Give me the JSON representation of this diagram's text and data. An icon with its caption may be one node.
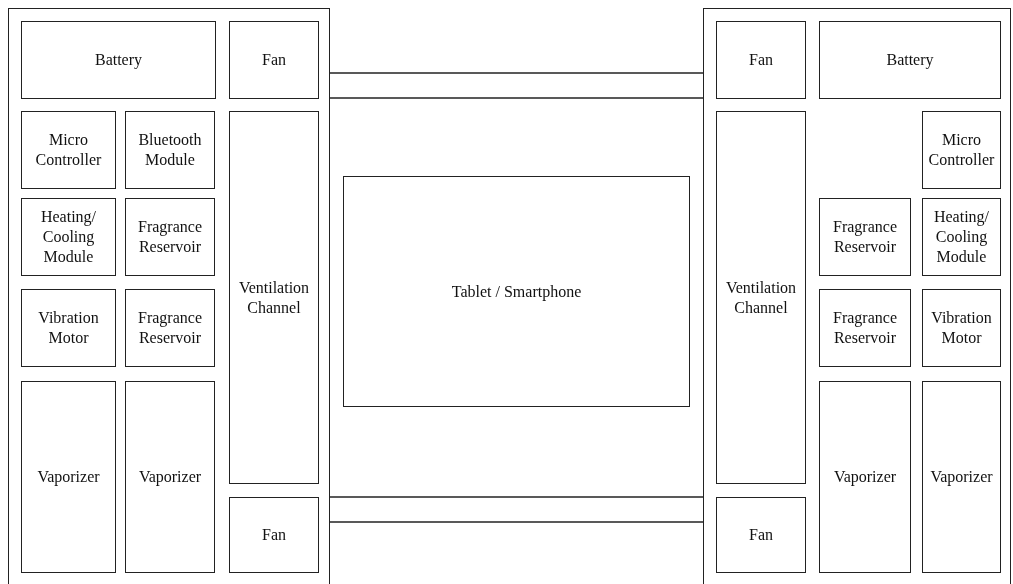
{
  "diagram": {
    "nodes": [
      {
        "text": [],
        "shape": "box"
      },
      {
        "text": [
          "Battery"
        ],
        "in": 0
      },
      {
        "text": [
          "Fan"
        ],
        "in": 0
      },
      {
        "text": [
          "Micro Controller"
        ],
        "in": 0
      },
      {
        "text": [
          "Bluetooth Module"
        ],
        "in": 0
      },
      {
        "text": [
          "Ventilation Channel"
        ],
        "in": 0
      },
      {
        "text": [
          "Heating/ Cooling Module"
        ],
        "in": 0
      },
      {
        "text": [
          "Fragrance Reservoir"
        ],
        "in": 0
      },
      {
        "text": [
          "Vibration Motor"
        ],
        "in": 0
      },
      {
        "text": [
          "Fragrance Reservoir"
        ],
        "in": 0
      },
      {
        "text": [
          "Vaporizer"
        ],
        "in": 0
      },
      {
        "text": [
          "Vaporizer"
        ],
        "in": 0
      },
      {
        "text": [
          "Fan"
        ],
        "in": 0
      },
      {
        "text": [
          "Tablet / Smartphone"
        ]
      },
      {
        "text": [],
        "shape": "box"
      },
      {
        "text": [
          "Fan"
        ],
        "in": 14
      },
      {
        "text": [
          "Battery"
        ],
        "in": 14
      },
      {
        "text": [
          "Ventilation Channel"
        ],
        "in": 14
      },
      {
        "text": [
          "Micro Controller"
        ],
        "in": 14
      },
      {
        "text": [
          "Fragrance Reservoir"
        ],
        "in": 14
      },
      {
        "text": [
          "Heating/ Cooling Module"
        ],
        "in": 14
      },
      {
        "text": [
          "Fragrance Reservoir"
        ],
        "in": 14
      },
      {
        "text": [
          "Vibration Motor"
        ],
        "in": 14
      },
      {
        "text": [
          "Vaporizer"
        ],
        "in": 14
      },
      {
        "text": [
          "Vaporizer"
        ],
        "in": 14
      },
      {
        "text": [
          "Fan"
        ],
        "in": 14
      }
    ],
    "edges": [
      {
        "from": 0,
        "to": 14,
        "arrow": "none"
      },
      {
        "from": 0,
        "to": 14,
        "arrow": "none"
      },
      {
        "from": 0,
        "to": 14,
        "arrow": "none"
      },
      {
        "from": 0,
        "to": 14,
        "arrow": "none"
      }
    ]
  }
}
